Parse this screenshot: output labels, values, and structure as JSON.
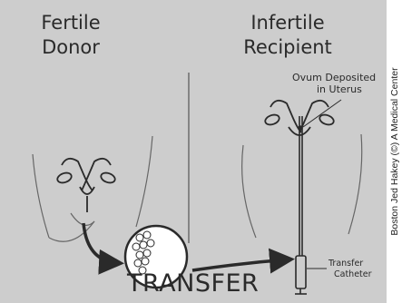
{
  "labels": {
    "donor_line1": "Fertile",
    "donor_line2": "Donor",
    "recipient_line1": "Infertile",
    "recipient_line2": "Recipient",
    "ovum_line1": "Ovum Deposited",
    "ovum_line2": "in Uterus",
    "catheter_line1": "Transfer",
    "catheter_line2": "Catheter",
    "transfer": "TRANSFER"
  },
  "credit": "Boston Jed Hakey (©) A Medical Center",
  "colors": {
    "background": "#cdcdcd",
    "ink": "#2a2a2a",
    "page": "#ffffff"
  },
  "icons": [
    "uterus-icon",
    "ova-circle-icon",
    "catheter-icon",
    "arrow-icon"
  ]
}
